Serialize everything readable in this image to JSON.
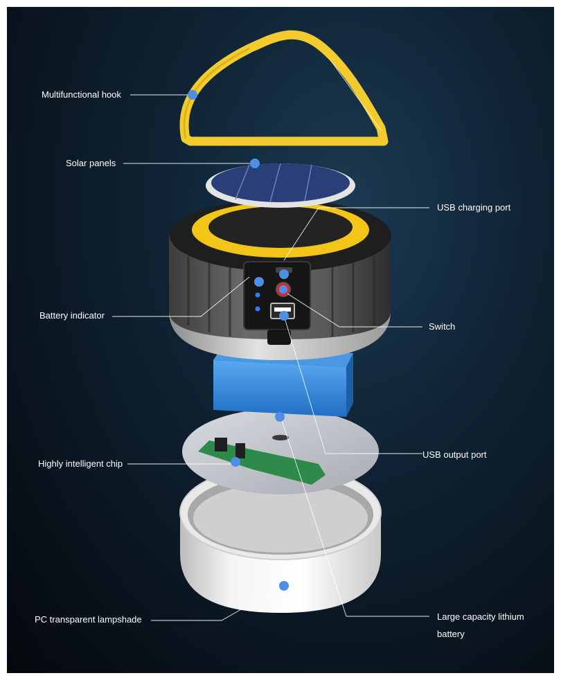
{
  "labels": {
    "hook": "Multifunctional hook",
    "solar": "Solar panels",
    "usb_charging": "USB charging port",
    "battery_indicator": "Battery indicator",
    "switch": "Switch",
    "usb_output": "USB output port",
    "chip": "Highly intelligent chip",
    "lampshade": "PC transparent lampshade",
    "battery_line1": "Large capacity lithium",
    "battery_line2": "battery"
  },
  "colors": {
    "marker": "#4d8fe6",
    "hook": "#f2cc2e",
    "ring": "#f3c518",
    "battery": "#2f86dc",
    "button": "#e02a2a",
    "led": "#2d7fff"
  }
}
